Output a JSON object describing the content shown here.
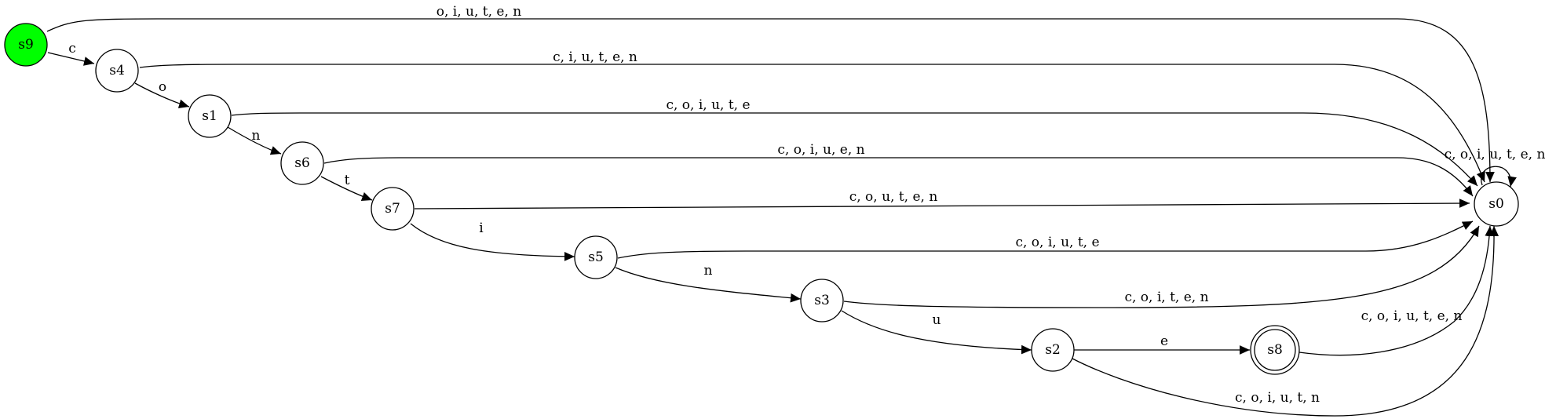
{
  "colors": {
    "start_fill": "#00ff00",
    "node_fill": "#ffffff",
    "stroke": "#000000"
  },
  "nodes": [
    {
      "id": "s9",
      "label": "s9",
      "start": true
    },
    {
      "id": "s4",
      "label": "s4"
    },
    {
      "id": "s1",
      "label": "s1"
    },
    {
      "id": "s6",
      "label": "s6"
    },
    {
      "id": "s7",
      "label": "s7"
    },
    {
      "id": "s5",
      "label": "s5"
    },
    {
      "id": "s3",
      "label": "s3"
    },
    {
      "id": "s2",
      "label": "s2"
    },
    {
      "id": "s8",
      "label": "s8",
      "accepting": true
    },
    {
      "id": "s0",
      "label": "s0"
    }
  ],
  "edges": [
    {
      "id": "e-s9-s0",
      "from": "s9",
      "to": "s0",
      "label": "o, i, u, t, e, n"
    },
    {
      "id": "e-s9-s4",
      "from": "s9",
      "to": "s4",
      "label": "c"
    },
    {
      "id": "e-s4-s0",
      "from": "s4",
      "to": "s0",
      "label": "c, i, u, t, e, n"
    },
    {
      "id": "e-s4-s1",
      "from": "s4",
      "to": "s1",
      "label": "o"
    },
    {
      "id": "e-s1-s0",
      "from": "s1",
      "to": "s0",
      "label": "c, o, i, u, t, e"
    },
    {
      "id": "e-s1-s6",
      "from": "s1",
      "to": "s6",
      "label": "n"
    },
    {
      "id": "e-s6-s0",
      "from": "s6",
      "to": "s0",
      "label": "c, o, i, u, e, n"
    },
    {
      "id": "e-s6-s7",
      "from": "s6",
      "to": "s7",
      "label": "t"
    },
    {
      "id": "e-s7-s0",
      "from": "s7",
      "to": "s0",
      "label": "c, o, u, t, e, n"
    },
    {
      "id": "e-s7-s5",
      "from": "s7",
      "to": "s5",
      "label": "i"
    },
    {
      "id": "e-s5-s0",
      "from": "s5",
      "to": "s0",
      "label": "c, o, i, u, t, e"
    },
    {
      "id": "e-s5-s3",
      "from": "s5",
      "to": "s3",
      "label": "n"
    },
    {
      "id": "e-s3-s0",
      "from": "s3",
      "to": "s0",
      "label": "c, o, i, t, e, n"
    },
    {
      "id": "e-s3-s2",
      "from": "s3",
      "to": "s2",
      "label": "u"
    },
    {
      "id": "e-s2-s8",
      "from": "s2",
      "to": "s8",
      "label": "e"
    },
    {
      "id": "e-s2-s0",
      "from": "s2",
      "to": "s0",
      "label": "c, o, i, u, t, n"
    },
    {
      "id": "e-s8-s0",
      "from": "s8",
      "to": "s0",
      "label": "c, o, i, u, t, e, n"
    },
    {
      "id": "e-s0-s0",
      "from": "s0",
      "to": "s0",
      "label": "c, o, i, u, t, e, n"
    }
  ]
}
